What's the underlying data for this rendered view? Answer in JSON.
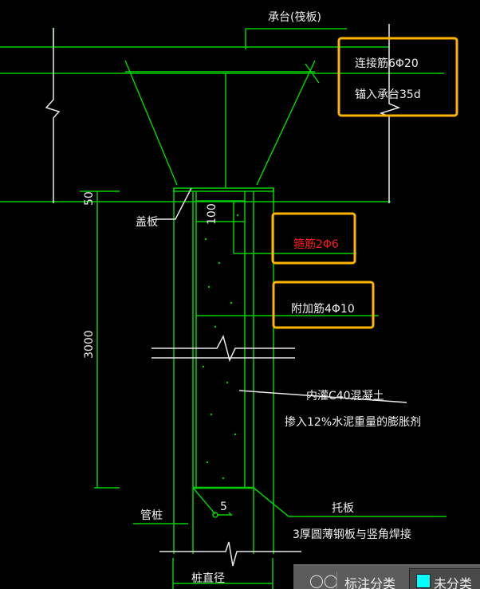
{
  "drawing": {
    "title": "承台(筏板)",
    "note_connect_bar": "连接筋6Φ20",
    "note_anchor": "锚入承台35d",
    "note_stirrup": "箍筋2Φ6",
    "note_additional_bar": "附加筋4Φ10",
    "note_concrete_1": "内灌C40混凝土",
    "note_concrete_2": "掺入12%水泥重量的膨胀剂",
    "label_cover_plate": "盖板",
    "label_pipe_pile": "管桩",
    "label_support_plate": "托板",
    "note_weld": "3厚圆薄钢板与竖角焊接",
    "label_pile_diameter": "桩直径",
    "dim_50": "50",
    "dim_100": "100",
    "dim_3000": "3000",
    "weld_size": "5"
  },
  "status_panel": {
    "label": "标注分类",
    "selected_category": "未分类",
    "swatch_color": "#00ffff"
  }
}
